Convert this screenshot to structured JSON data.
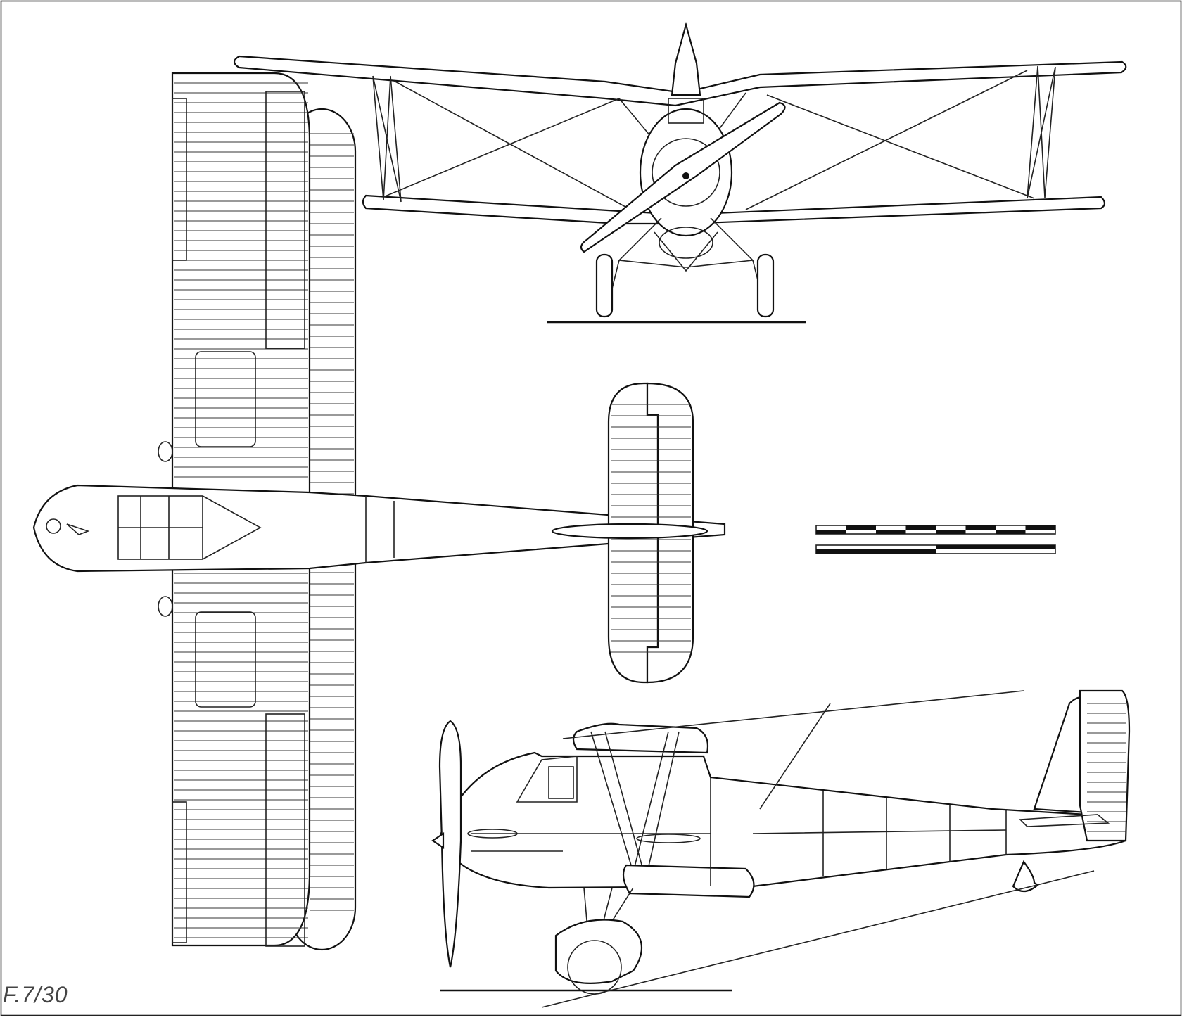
{
  "drawing": {
    "caption": "F.7/30",
    "views": [
      "front-view",
      "top-view",
      "tailplane-plan",
      "side-view",
      "scale-bar"
    ]
  },
  "colors": {
    "line": "#111111",
    "background": "#ffffff",
    "caption": "#444444"
  }
}
